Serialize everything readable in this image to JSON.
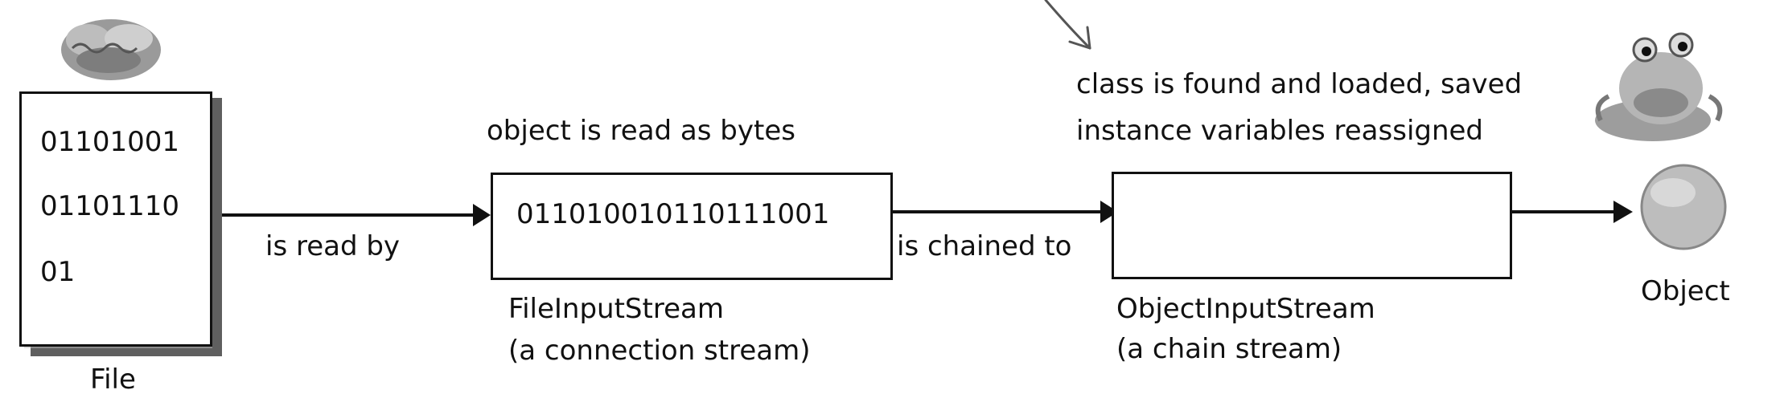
{
  "file": {
    "bits": [
      "01101001",
      "01101110",
      "01"
    ],
    "label": "File"
  },
  "edges": {
    "read_by": "is read by",
    "chained_to": "is chained to"
  },
  "file_input_stream": {
    "annotation": "object is read as bytes",
    "content": "011010010110111001",
    "name": "FileInputStream",
    "desc": "(a connection stream)"
  },
  "object_input_stream": {
    "annotation_line1": "class is found and loaded, saved",
    "annotation_line2": "instance variables reassigned",
    "name": "ObjectInputStream",
    "desc": "(a chain stream)"
  },
  "object": {
    "label": "Object"
  },
  "icons": [
    "brain-blob-icon",
    "crab-creature-icon",
    "object-sphere-icon",
    "pointer-arrow-icon"
  ]
}
